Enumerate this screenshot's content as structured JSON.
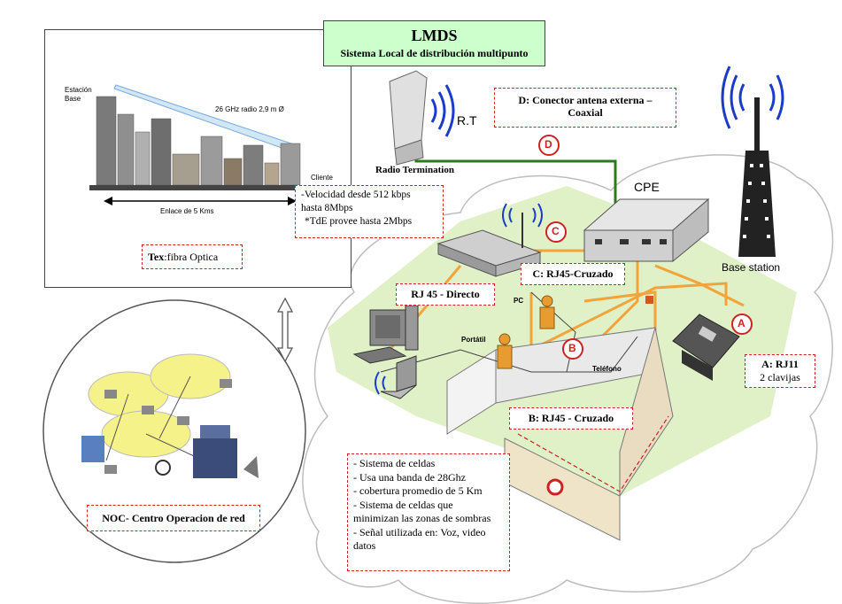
{
  "title": {
    "main": "LMDS",
    "sub": "Sistema Local de distribución multipunto"
  },
  "top_panel": {
    "station_label_1": "Estación",
    "station_label_2": "Base",
    "radio_label": "26 GHz radio 2,9 m Ø",
    "client_label": "Cliente",
    "link_label": "Enlace de 5 Kms",
    "speed_lines": [
      "-Velocidad desde 512 kbps",
      "hasta 8Mbps",
      "*TdE provee hasta 2Mbps"
    ],
    "tex_bold": "Tex",
    "tex_rest": ":fibra Optica"
  },
  "labels": {
    "rt": "R.T",
    "radio_termination": "Radio Termination",
    "connector_d": "D: Conector antena externa –\nCoaxial",
    "cpe": "CPE",
    "base_station": "Base station",
    "rj45_directo": "RJ 45 - Directo",
    "rj45_cruzado_c": "C: RJ45-Cruzado",
    "rj45_cruzado_b": "B: RJ45 - Cruzado",
    "rj11_title": "A: RJ11",
    "rj11_sub": "2 clavijas",
    "pc": "PC",
    "portatil": "Portátil",
    "telefono": "Teléfono",
    "noc": "NOC- Centro Operacion de red"
  },
  "markers": {
    "a": "A",
    "b": "B",
    "c": "C",
    "d": "D"
  },
  "features": [
    "- Sistema de celdas",
    "- Usa una banda de 28Ghz",
    "- cobertura promedio de 5 Km",
    "- Sistema de celdas que",
    "minimizan las zonas de sombras",
    "- Señal utilizada en: Voz, video",
    "datos"
  ],
  "colors": {
    "title_box_bg": "#ccffcc",
    "dashed_border": "#cc2222",
    "cable_orange": "#f2a33a",
    "cable_green": "#2a7a1a",
    "marker_red": "#cc2222",
    "floor_green": "#c8e6a0"
  }
}
